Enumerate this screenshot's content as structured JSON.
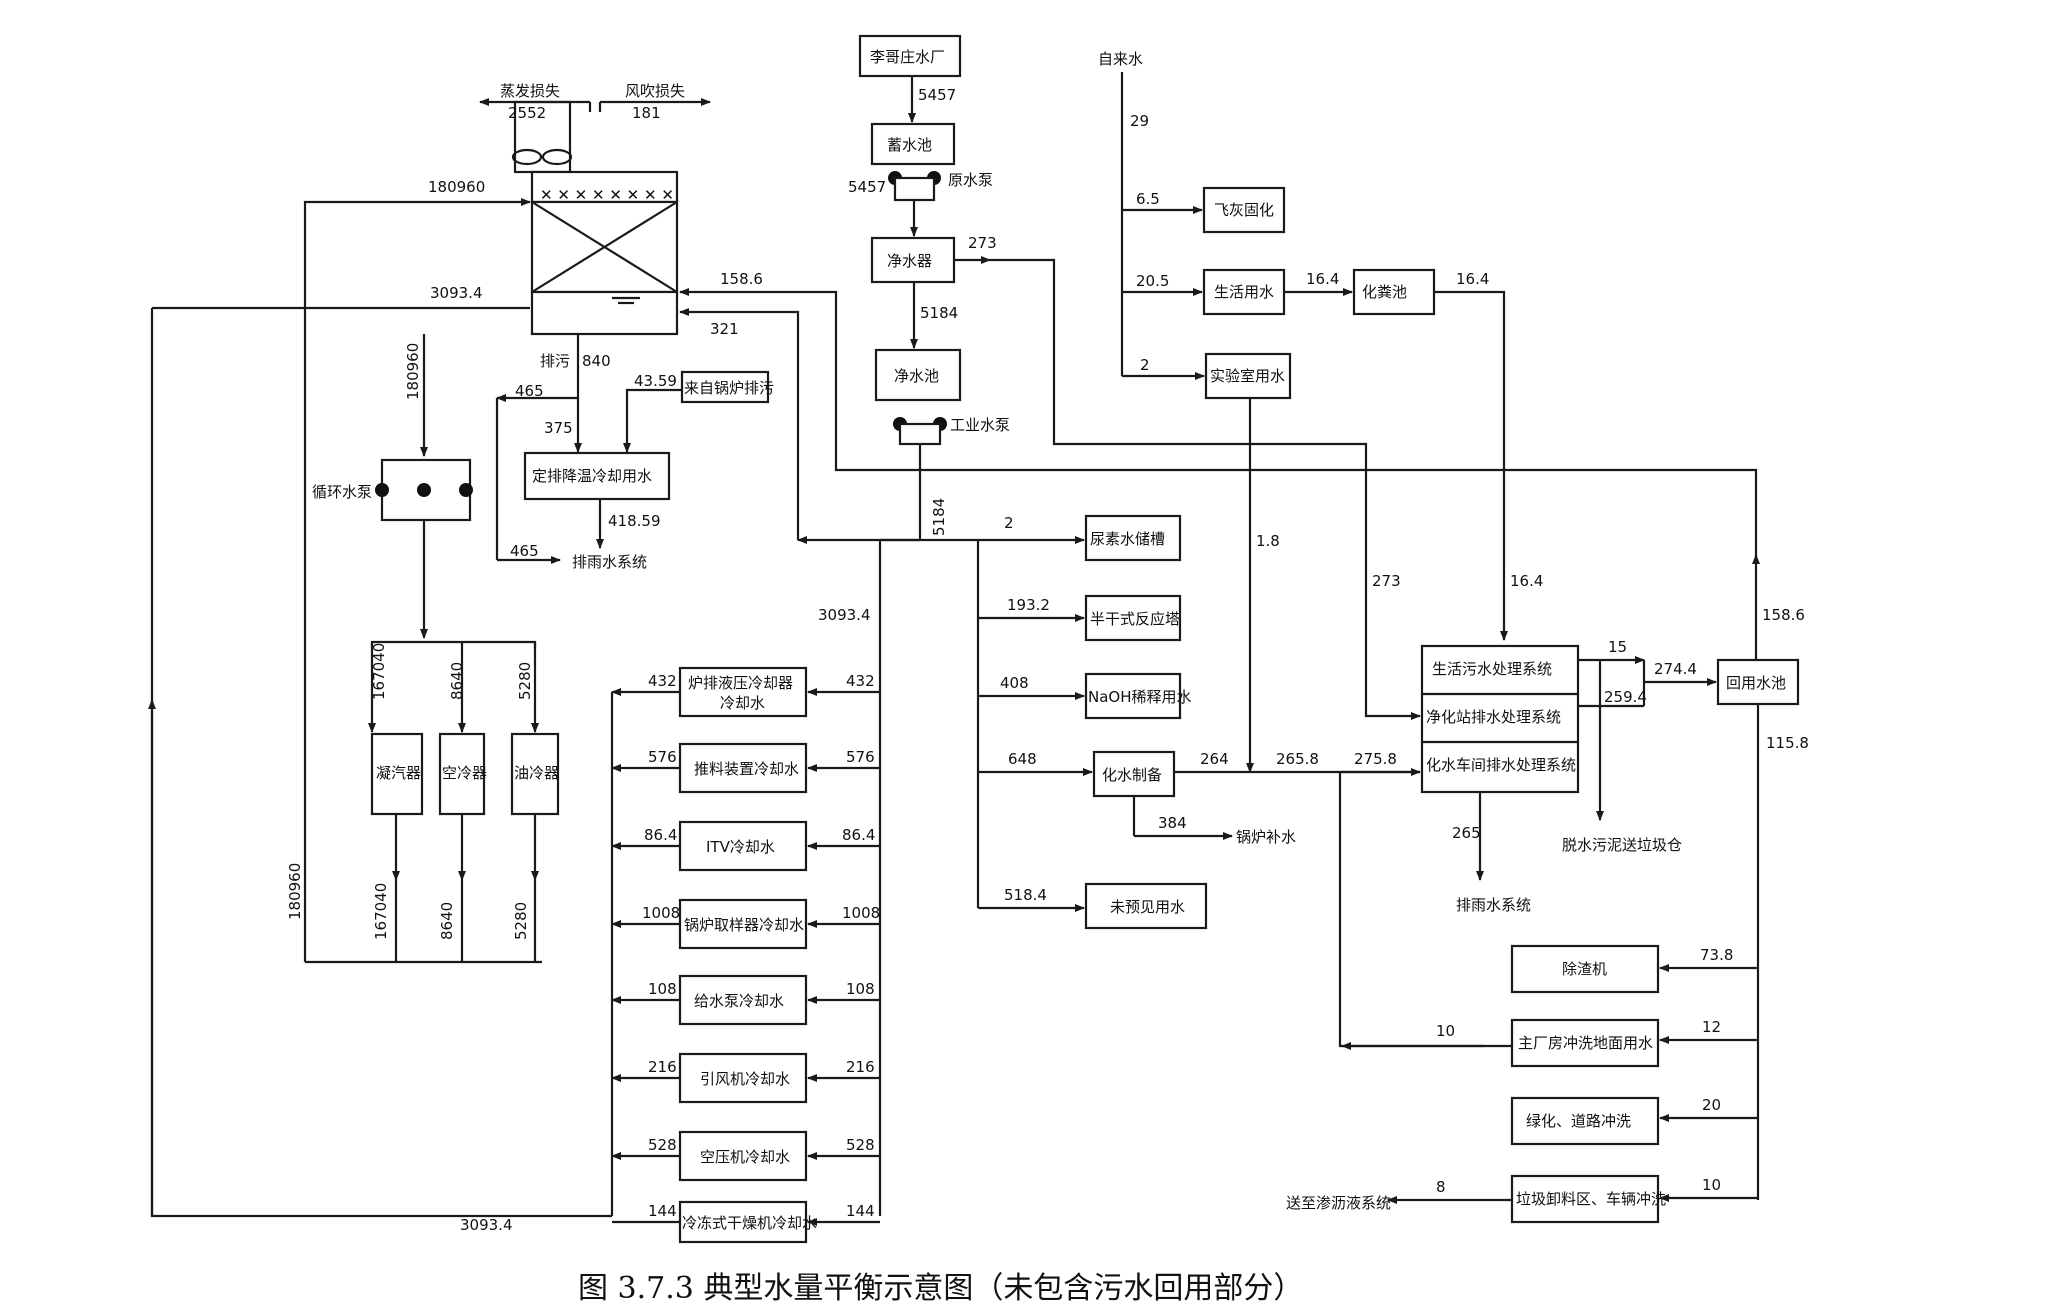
{
  "nodes": {
    "ligezhuang": "李哥庄水厂",
    "xushuichi": "蓄水池",
    "yuanshuibeng": "原水泵",
    "jingshuiqi": "净水器",
    "jingshuichi": "净水池",
    "gongyeshuibeng": "工业水泵",
    "zilaishui": "自来水",
    "feihui": "飞灰固化",
    "shenghuo": "生活用水",
    "huafenchi": "化粪池",
    "shiyanshi": "实验室用水",
    "zhengfa": "蒸发损失",
    "fengchui": "风吹损失",
    "paiwu": "排污",
    "xunhuanbeng": "循环水泵",
    "laizi": "来自锅炉排污",
    "dingpai": "定排降温冷却用水",
    "paiyu1": "排雨水系统",
    "ningqi": "凝汽器",
    "kongleng": "空冷器",
    "youleng": "油冷器",
    "c1a": "炉排液压冷却器",
    "c1b": "冷却水",
    "c2": "推料装置冷却水",
    "c3": "ITV冷却水",
    "c4": "锅炉取样器冷却水",
    "c5": "给水泵冷却水",
    "c6": "引风机冷却水",
    "c7": "空压机冷却水",
    "c8": "冷冻式干燥机冷却水",
    "niaosu": "尿素水储槽",
    "bangan": "半干式反应塔",
    "naoh": "NaOH稀释用水",
    "huashui": "化水制备",
    "guolu": "锅炉补水",
    "weiyujian": "未预见用水",
    "shwt": "生活污水处理系统",
    "jhz": "净化站排水处理系统",
    "hscj": "化水车间排水处理系统",
    "tuoshui": "脱水污泥送垃圾仓",
    "paiyu2": "排雨水系统",
    "huiyong": "回用水池",
    "chuzha": "除渣机",
    "zhuchang": "主厂房冲洗地面用水",
    "lvhua": "绿化、道路冲洗",
    "laji": "垃圾卸料区、车辆冲洗",
    "shenlv": "送至渗沥液系统"
  },
  "flows": {
    "f5457a": "5457",
    "f5457b": "5457",
    "f273a": "273",
    "f5184a": "5184",
    "f5184b": "5184",
    "f29": "29",
    "f6_5": "6.5",
    "f20_5": "20.5",
    "f16_4a": "16.4",
    "f16_4b": "16.4",
    "f2a": "2",
    "f2552": "2552",
    "f181": "181",
    "f180960a": "180960",
    "f3093_4a": "3093.4",
    "f158_6a": "158.6",
    "f321": "321",
    "f840": "840",
    "f180960b": "180960",
    "f465a": "465",
    "f43_59": "43.59",
    "f375": "375",
    "f418_59": "418.59",
    "f465b": "465",
    "f167040a": "167040",
    "f8640a": "8640",
    "f5280a": "5280",
    "f167040b": "167040",
    "f8640b": "8640",
    "f5280b": "5280",
    "f180960c": "180960",
    "f3093_4b": "3093.4",
    "f3093_4c": "3093.4",
    "f432a": "432",
    "f432b": "432",
    "f576a": "576",
    "f576b": "576",
    "f86_4a": "86.4",
    "f86_4b": "86.4",
    "f1008a": "1008",
    "f1008b": "1008",
    "f108a": "108",
    "f108b": "108",
    "f216a": "216",
    "f216b": "216",
    "f528a": "528",
    "f528b": "528",
    "f144a": "144",
    "f144b": "144",
    "f2b": "2",
    "f193_2": "193.2",
    "f408": "408",
    "f648": "648",
    "f264": "264",
    "f384": "384",
    "f518_4": "518.4",
    "f1_8": "1.8",
    "f273b": "273",
    "f16_4c": "16.4",
    "f265_8": "265.8",
    "f275_8": "275.8",
    "f15": "15",
    "f274_4": "274.4",
    "f259_4": "259.4",
    "f265": "265",
    "f158_6b": "158.6",
    "f115_8": "115.8",
    "f73_8": "73.8",
    "f12": "12",
    "f10a": "10",
    "f20": "20",
    "f10b": "10",
    "f8": "8"
  },
  "caption": "图 3.7.3   典型水量平衡示意图（未包含污水回用部分）"
}
